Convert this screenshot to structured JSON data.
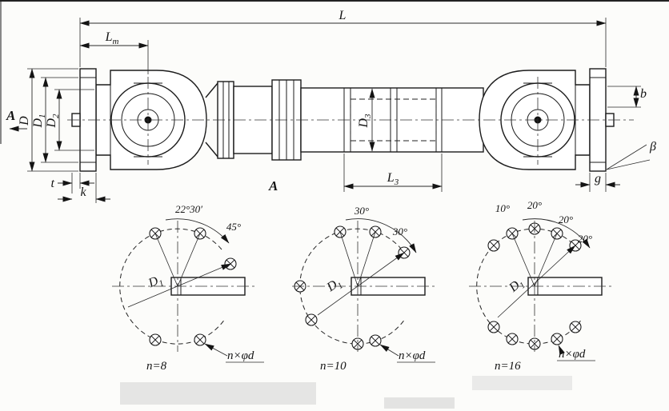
{
  "drawing": {
    "main_view": {
      "dim_L": "L",
      "dim_Lm": {
        "base": "L",
        "sub": "m"
      },
      "dim_D": "D",
      "dim_D1": {
        "base": "D",
        "sub": "1"
      },
      "dim_D2": {
        "base": "D",
        "sub": "2"
      },
      "dim_D3": {
        "base": "D",
        "sub": "3"
      },
      "dim_L3": {
        "base": "L",
        "sub": "3"
      },
      "dim_b": "b",
      "dim_beta": "β",
      "dim_t": "t",
      "dim_k": "k",
      "dim_g": "g",
      "section_arrow_label": "A",
      "section_view_label": "A"
    },
    "detail_views": [
      {
        "name": "bolt-circle-n8",
        "angle_labels": [
          "22°30′",
          "45°"
        ],
        "dim_D1": {
          "base": "D",
          "sub": "1"
        },
        "holes_label": "n×φd",
        "count_label": "n=8"
      },
      {
        "name": "bolt-circle-n10",
        "angle_labels": [
          "30°",
          "30°"
        ],
        "dim_D1": {
          "base": "D",
          "sub": "1"
        },
        "holes_label": "n×φd",
        "count_label": "n=10"
      },
      {
        "name": "bolt-circle-n16",
        "angle_labels": [
          "10°",
          "20°",
          "20°",
          "20°"
        ],
        "dim_D1": {
          "base": "D",
          "sub": "1"
        },
        "holes_label": "n×φd",
        "count_label": "n=16"
      }
    ]
  }
}
